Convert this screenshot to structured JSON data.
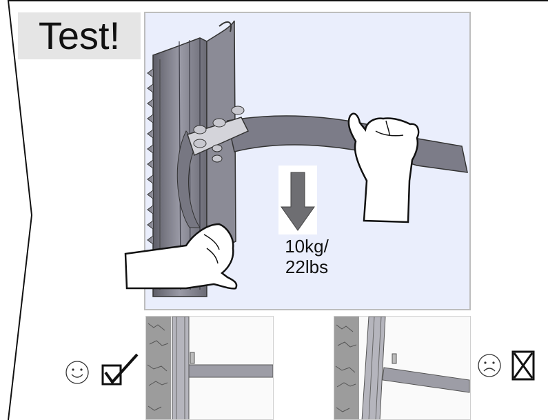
{
  "heading": {
    "label": "Test!"
  },
  "load": {
    "line1": "10kg/",
    "line2": "22lbs"
  },
  "correct_example": {
    "face": "smiley-face-icon",
    "mark": "checkbox-checked-icon"
  },
  "wrong_example": {
    "face": "frowny-face-icon",
    "mark": "checkbox-crossed-icon"
  },
  "colors": {
    "panel_bg": "#eaeefc",
    "metal": "#8a8a96",
    "label_bg": "#e5e5e5"
  }
}
